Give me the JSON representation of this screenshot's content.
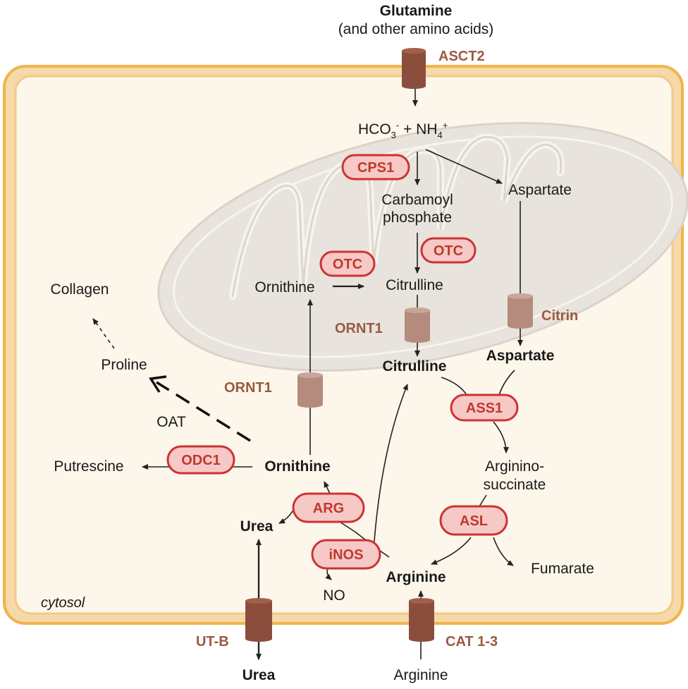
{
  "transporters": {
    "asct2": "ASCT2",
    "citrin": "Citrin",
    "ornt1_mito": "ORNT1",
    "ornt1_cyto": "ORNT1",
    "utb": "UT-B",
    "cat": "CAT 1-3"
  },
  "enzymes": {
    "cps1": "CPS1",
    "otc_right": "OTC",
    "otc_left": "OTC",
    "ass1": "ASS1",
    "asl": "ASL",
    "odc1": "ODC1",
    "arg": "ARG",
    "inos": "iNOS"
  },
  "metabolites": {
    "glutamine": "Glutamine",
    "glutamine_sub": "(and other amino acids)",
    "hco3_nh4": "HCO3- + NH4+",
    "carbamoyl_1": "Carbamoyl",
    "carbamoyl_2": "phosphate",
    "aspartate_mito": "Aspartate",
    "ornithine_mito": "Ornithine",
    "citrulline_mito": "Citrulline",
    "collagen": "Collagen",
    "proline": "Proline",
    "oat": "OAT",
    "citrulline_cyto": "Citrulline",
    "aspartate_cyto": "Aspartate",
    "argininosuccinate_1": "Arginino-",
    "argininosuccinate_2": "succinate",
    "fumarate": "Fumarate",
    "putrescine": "Putrescine",
    "ornithine_cyto": "Ornithine",
    "urea_cyto": "Urea",
    "no": "NO",
    "arginine_cyto": "Arginine",
    "urea_out": "Urea",
    "arginine_out": "Arginine"
  },
  "compartments": {
    "cytosol": "cytosol"
  },
  "colors": {
    "cell_border": "#f0b44a",
    "cell_fill": "#fdf6ea",
    "mito_fill": "#e8e3dc",
    "enzyme_pill": "#f6c9c7",
    "enzyme_text": "#c0392b",
    "transporter": "#8b4e3c"
  }
}
